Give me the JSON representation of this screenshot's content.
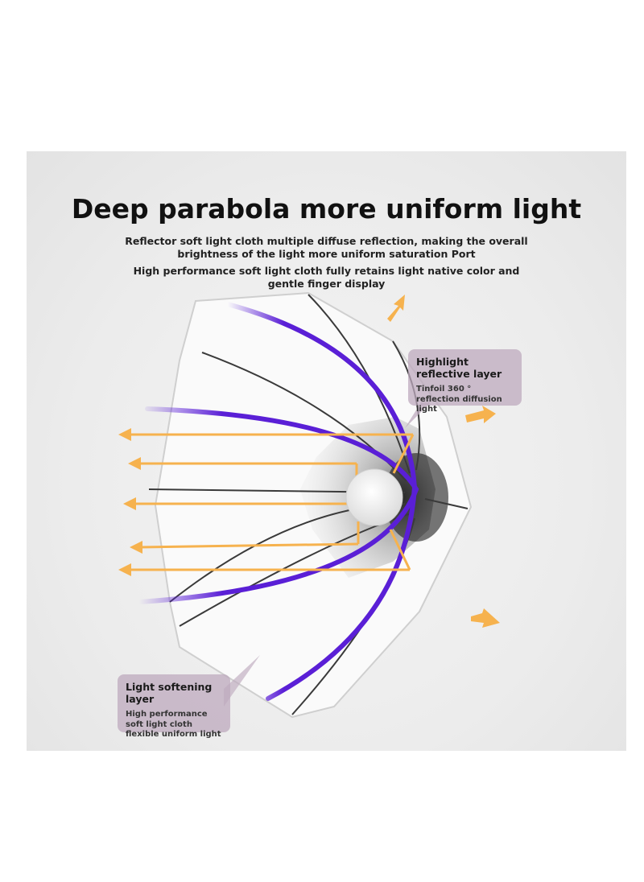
{
  "header": {
    "title": "Deep parabola more uniform light",
    "subtitle_1": "Reflector soft light cloth multiple diffuse reflection, making the overall brightness of the light more uniform saturation Port",
    "subtitle_2": "High performance soft light cloth fully retains light native color and gentle finger display"
  },
  "callouts": {
    "highlight_reflective": {
      "title": "Highlight reflective layer",
      "description": "Tinfoil 360 ° reflection diffusion light"
    },
    "light_softening": {
      "title": "Light softening layer",
      "description": "High performance soft light cloth flexible uniform light"
    }
  },
  "colors": {
    "panel_background": "#ececec",
    "ray_orange": "#f6b24e",
    "arc_purple": "#5a1fd6",
    "callout_bg": "#bfaabf"
  },
  "icons": [
    "arrow-up-right-icon",
    "arrow-right-icon",
    "arrow-down-right-icon",
    "bulb-icon"
  ]
}
